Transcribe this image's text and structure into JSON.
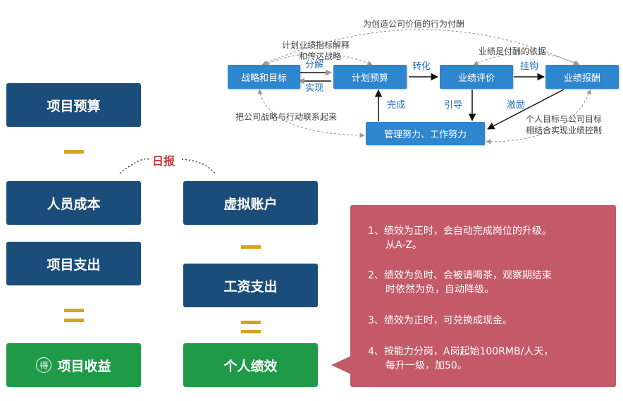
{
  "left_column": {
    "project_budget": "项目预算",
    "personnel_cost": "人员成本",
    "project_expense": "项目支出",
    "project_income": "项目收益",
    "income_icon_char": "得"
  },
  "middle_column": {
    "daily_report": "日报",
    "virtual_account": "虚拟账户",
    "salary_expense": "工资支出",
    "personal_performance": "个人绩效"
  },
  "flow": {
    "strategy": "战略和目标",
    "plan_budget": "计划预算",
    "perf_eval": "业绩评价",
    "perf_reward": "业绩报酬",
    "management": "管理努力、工作努力",
    "decompose": "分解",
    "realize": "实现",
    "transform": "转化",
    "link": "挂钩",
    "complete": "完成",
    "guide": "引导",
    "motivate": "激励",
    "top_arc": "为创造公司价值的行为付酬",
    "plan_note_1": "计划业绩指标解释",
    "plan_note_2": "和传达战略",
    "perf_basis": "业绩是付酬的依据",
    "link_strategy": "把公司战略与行动联系起来",
    "combine_1": "个人目标与公司目标",
    "combine_2": "相结合实现业绩控制"
  },
  "notes": [
    {
      "line1": "1、绩效为正时，会自动完成岗位的升级。",
      "line2": "从A-Z。"
    },
    {
      "line1": "2、绩效为负时、会被请喝茶，观察期结束",
      "line2": "时依然为负，自动降级。"
    },
    {
      "line1": "3、绩效为正时，可兑换成现金。",
      "line2": ""
    },
    {
      "line1": "4、按能力分岗，A岗起始100RMB/人天，",
      "line2": "每升一级，加50。"
    }
  ],
  "colors": {
    "navy": "#1b4d7a",
    "green": "#1f9a47",
    "flow_blue": "#2e86cf",
    "operator_gold": "#d9a21b",
    "callout_red": "#c45a67",
    "daily_red": "#c0392b"
  }
}
